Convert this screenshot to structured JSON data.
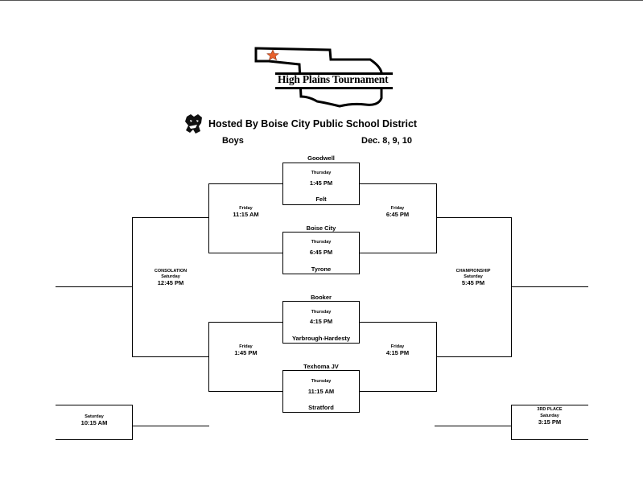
{
  "header": {
    "logo_title": "High Plains Tournament",
    "hosted_by": "Hosted By Boise City Public School District",
    "division": "Boys",
    "dates": "Dec. 8, 9, 10"
  },
  "icons": {
    "logo": "oklahoma-map-logo-icon",
    "mascot": "panther-mascot-icon",
    "star": "star-icon"
  },
  "colors": {
    "star": "#e8612c"
  },
  "games": {
    "g1": {
      "team_top": "Goodwell",
      "day": "Thursday",
      "time": "1:45 PM",
      "team_bottom": "Felt"
    },
    "g2": {
      "team_top": "Boise City",
      "day": "Thursday",
      "time": "6:45 PM",
      "team_bottom": "Tyrone"
    },
    "g3": {
      "team_top": "Booker",
      "day": "Thursday",
      "time": "4:15 PM",
      "team_bottom": "Yarbrough-Hardesty"
    },
    "g4": {
      "team_top": "Texhoma JV",
      "day": "Thursday",
      "time": "11:15 AM",
      "team_bottom": "Stratford"
    }
  },
  "semis": {
    "cons_top": {
      "day": "Friday",
      "time": "11:15 AM"
    },
    "win_top": {
      "day": "Friday",
      "time": "6:45 PM"
    },
    "cons_bottom": {
      "day": "Friday",
      "time": "1:45 PM"
    },
    "win_bottom": {
      "day": "Friday",
      "time": "4:15 PM"
    }
  },
  "finals": {
    "consolation": {
      "label": "CONSOLATION",
      "day": "Saturday",
      "time": "12:45 PM"
    },
    "championship": {
      "label": "CHAMPIONSHIP",
      "day": "Saturday",
      "time": "5:45 PM"
    },
    "seventh": {
      "day": "Saturday",
      "time": "10:15 AM"
    },
    "third": {
      "label": "3RD PLACE",
      "day": "Saturday",
      "time": "3:15 PM"
    }
  }
}
